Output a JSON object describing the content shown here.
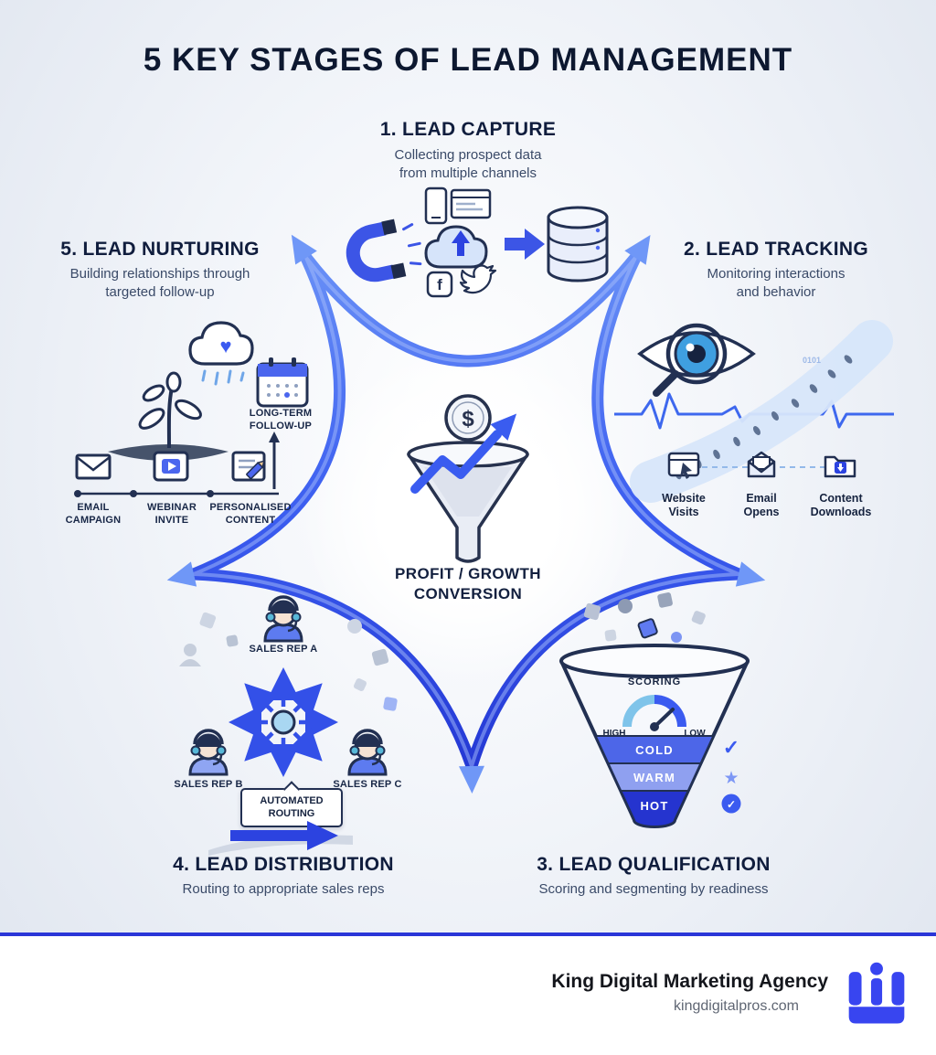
{
  "title": "5 KEY STAGES OF LEAD MANAGEMENT",
  "center": {
    "coin_symbol": "$",
    "label": "PROFIT / GROWTH\nCONVERSION"
  },
  "stages": {
    "capture": {
      "heading": "1. LEAD CAPTURE",
      "description": "Collecting prospect data\nfrom multiple channels",
      "facebook_glyph": "f"
    },
    "tracking": {
      "heading": "2. LEAD TRACKING",
      "description": "Monitoring interactions\nand behavior",
      "binary_digits": "0101",
      "metrics": [
        {
          "label": "Website\nVisits"
        },
        {
          "label": "Email\nOpens"
        },
        {
          "label": "Content\nDownloads"
        }
      ]
    },
    "qualification": {
      "heading": "3. LEAD QUALIFICATION",
      "description": "Scoring and segmenting by readiness",
      "gauge": {
        "title": "SCORING",
        "left_label": "HIGH",
        "right_label": "LOW"
      },
      "segments": [
        {
          "label": "COLD"
        },
        {
          "label": "WARM"
        },
        {
          "label": "HOT"
        }
      ]
    },
    "distribution": {
      "heading": "4. LEAD DISTRIBUTION",
      "description": "Routing to appropriate sales reps",
      "reps": [
        {
          "label": "SALES REP A"
        },
        {
          "label": "SALES REP B"
        },
        {
          "label": "SALES REP C"
        }
      ],
      "routing_label": "AUTOMATED\nROUTING"
    },
    "nurturing": {
      "heading": "5. LEAD NURTURING",
      "description": "Building relationships through\ntargeted follow-up",
      "followup_label": "LONG-TERM\nFOLLOW-UP",
      "tactics": [
        {
          "label": "EMAIL\nCAMPAIGN"
        },
        {
          "label": "WEBINAR\nINVITE"
        },
        {
          "label": "PERSONALISED\nCONTENT"
        }
      ]
    }
  },
  "footer": {
    "company": "King Digital Marketing Agency",
    "website": "kingdigitalpros.com"
  },
  "colors": {
    "accent": "#3b5bfd",
    "deep_blue": "#2534cf",
    "dark_navy": "#16233f",
    "light_blue": "#d7e6fa",
    "cold": "#4d66e8",
    "warm": "#8fa0f0",
    "hot": "#2534cf",
    "gauge_low_side": "#7fc4ea"
  }
}
